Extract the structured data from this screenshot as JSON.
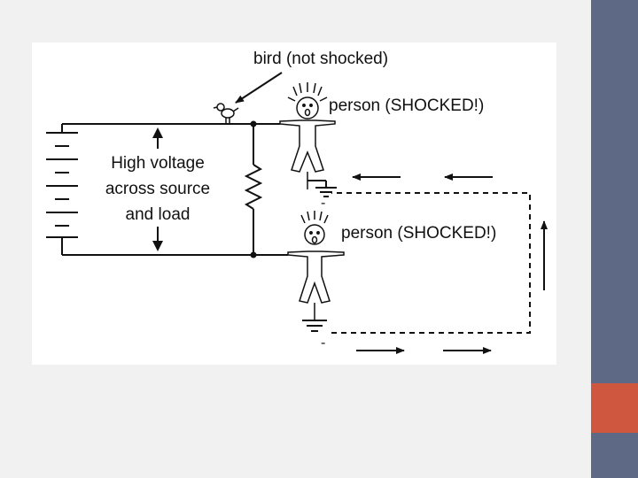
{
  "colors": {
    "sidebar": "#5e6a85",
    "accent": "#d0573f",
    "background": "#f1f1f1",
    "panel": "#ffffff",
    "ink": "#111111"
  },
  "diagram": {
    "bird_label": "bird (not shocked)",
    "person_top_label": "person (SHOCKED!)",
    "person_bottom_label": "person (SHOCKED!)",
    "voltage_label": [
      "High voltage",
      "across source",
      "and load"
    ],
    "ground_sign_top": "-",
    "ground_sign_bottom": "-"
  }
}
